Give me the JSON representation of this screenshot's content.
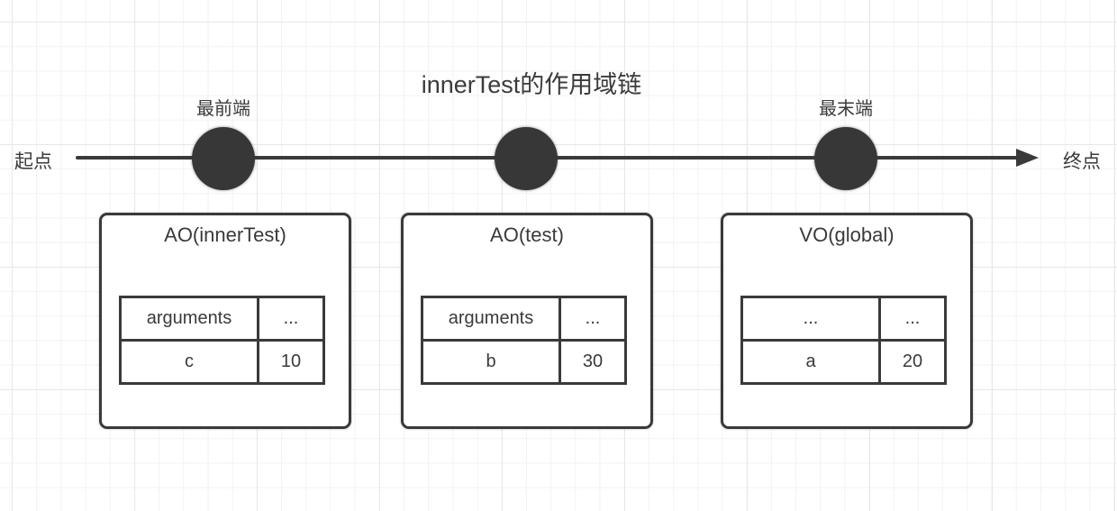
{
  "title": "innerTest的作用域链",
  "axis": {
    "start_label": "起点",
    "end_label": "终点",
    "front_node_label": "最前端",
    "back_node_label": "最末端"
  },
  "colors": {
    "stroke": "#3a3a3a",
    "node_fill": "#373737",
    "grid_minor": "#f2f2f2",
    "grid_major": "#e7e7e7",
    "background": "#ffffff"
  },
  "boxes": [
    {
      "title": "AO(innerTest)",
      "rows": [
        {
          "name": "arguments",
          "value": "..."
        },
        {
          "name": "c",
          "value": "10"
        }
      ]
    },
    {
      "title": "AO(test)",
      "rows": [
        {
          "name": "arguments",
          "value": "..."
        },
        {
          "name": "b",
          "value": "30"
        }
      ]
    },
    {
      "title": "VO(global)",
      "rows": [
        {
          "name": "...",
          "value": "..."
        },
        {
          "name": "a",
          "value": "20"
        }
      ]
    }
  ]
}
